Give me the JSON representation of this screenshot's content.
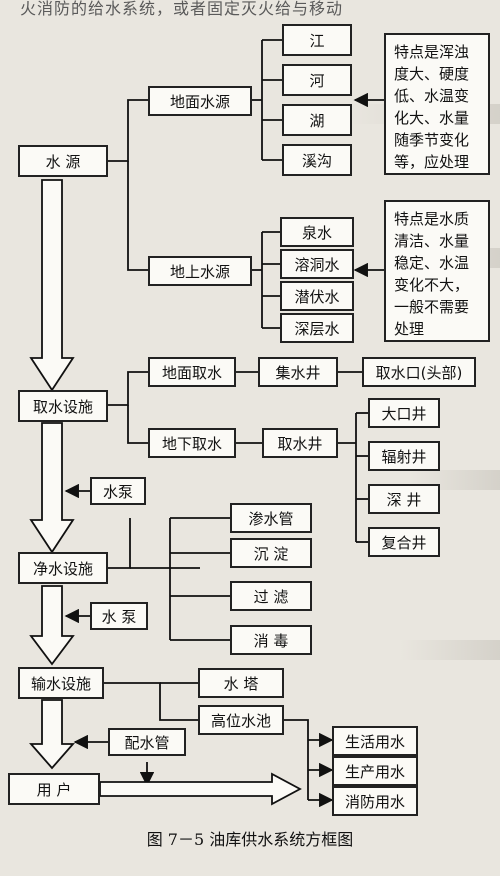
{
  "header_text": "火消防的给水系统，或者固定灭火给与移动",
  "boxes": {
    "water_source": "水  源",
    "surface_water_source": "地面水源",
    "river_jiang": "江",
    "river_he": "河",
    "lake": "湖",
    "stream": "溪沟",
    "underground_water_source": "地上水源",
    "spring": "泉水",
    "karst": "溶洞水",
    "phreatic": "潜伏水",
    "deep": "深层水",
    "intake_facility": "取水设施",
    "surface_intake": "地面取水",
    "collection_well": "集水井",
    "intake_mouth": "取水口(头部)",
    "underground_intake": "地下取水",
    "intake_well": "取水井",
    "large_well": "大口井",
    "radial_well": "辐射井",
    "deep_well": "深 井",
    "composite_well": "复合井",
    "pump_1": "水泵",
    "purification": "净水设施",
    "infiltration": "渗水管",
    "sedimentation": "沉 淀",
    "filtration": "过 滤",
    "disinfection": "消 毒",
    "pump_2": "水 泵",
    "transmission": "输水设施",
    "water_tower": "水 塔",
    "high_pool": "高位水池",
    "distribution_pipe": "配水管",
    "user": "用 户",
    "domestic": "生活用水",
    "production": "生产用水",
    "fire": "消防用水"
  },
  "notes": {
    "surface": "特点是浑浊\n度大、硬度\n低、水温变\n化大、水量\n随季节变化\n等，应处理",
    "underground": "特点是水质\n清洁、水量\n稳定、水温\n变化不大，\n一般不需要\n处理"
  },
  "caption": "图 7－5   油库供水系统方框图"
}
